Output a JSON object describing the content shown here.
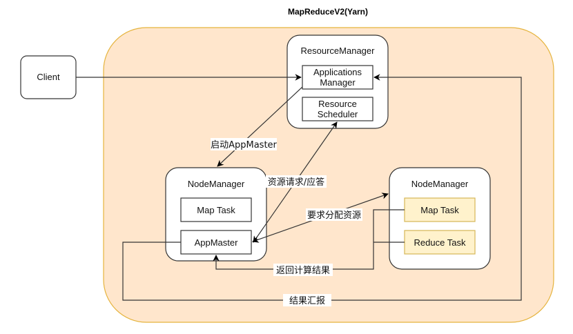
{
  "title": "MapReduceV2(Yarn)",
  "colors": {
    "cluster_fill": "#ffe6cc",
    "cluster_stroke": "#e5b33c",
    "task_fill": "#fff2cc",
    "task_stroke": "#d6b656",
    "line": "#333333"
  },
  "nodes": {
    "client": "Client",
    "resource_manager": {
      "label": "ResourceManager",
      "applications_manager": "Applications Manager",
      "applications_manager_lines": [
        "Applications",
        "Manager"
      ],
      "resource_scheduler_lines": [
        "Resource",
        "Scheduler"
      ]
    },
    "node_manager_left": {
      "label": "NodeManager",
      "map_task": "Map Task",
      "app_master": "AppMaster"
    },
    "node_manager_right": {
      "label": "NodeManager",
      "map_task": "Map Task",
      "reduce_task": "Reduce Task"
    }
  },
  "edges": {
    "start_appmaster": "启动AppMaster",
    "resource_request": "资源请求/应答",
    "request_allocation": "要求分配资源",
    "return_results": "返回计算结果",
    "report_results": "结果汇报"
  }
}
